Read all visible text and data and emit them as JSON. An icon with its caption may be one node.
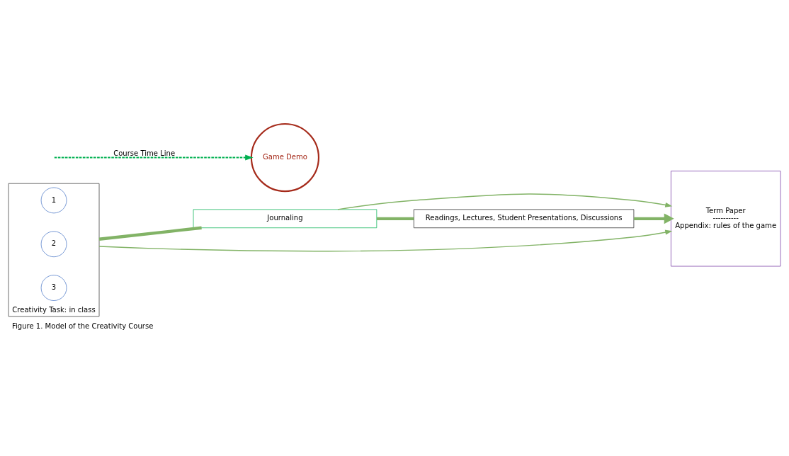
{
  "diagram": {
    "caption": "Figure 1. Model of the Creativity Course",
    "nodes": [
      {
        "text": [
          "Creativity Task: in class"
        ]
      },
      {
        "text": [
          "1"
        ],
        "in": 0
      },
      {
        "text": [
          "2"
        ],
        "in": 0
      },
      {
        "text": [
          "3"
        ],
        "in": 0
      },
      {
        "text": [
          "Journaling"
        ]
      },
      {
        "text": [
          "Term Paper",
          "----------",
          "Appendix: rules of the game"
        ]
      },
      {
        "text": [
          "Readings, Lectures, Student Presentations, Discussions"
        ]
      },
      {
        "text": [
          "Game Demo"
        ]
      }
    ],
    "edges": [
      {
        "from": 0,
        "to": 5,
        "arrow": "to"
      },
      {
        "from": 0,
        "to": 4,
        "arrow": "none",
        "style": "thick"
      },
      {
        "from": 4,
        "to": 5,
        "arrow": "to"
      },
      {
        "from": 4,
        "to": 6,
        "arrow": "none",
        "style": "thick"
      },
      {
        "from": 6,
        "to": 5,
        "arrow": "to",
        "style": "thick"
      },
      {
        "from": null,
        "to": 7,
        "arrow": "to",
        "style": "dashed",
        "color": "#00b050",
        "label": "Course Time Line"
      }
    ]
  }
}
